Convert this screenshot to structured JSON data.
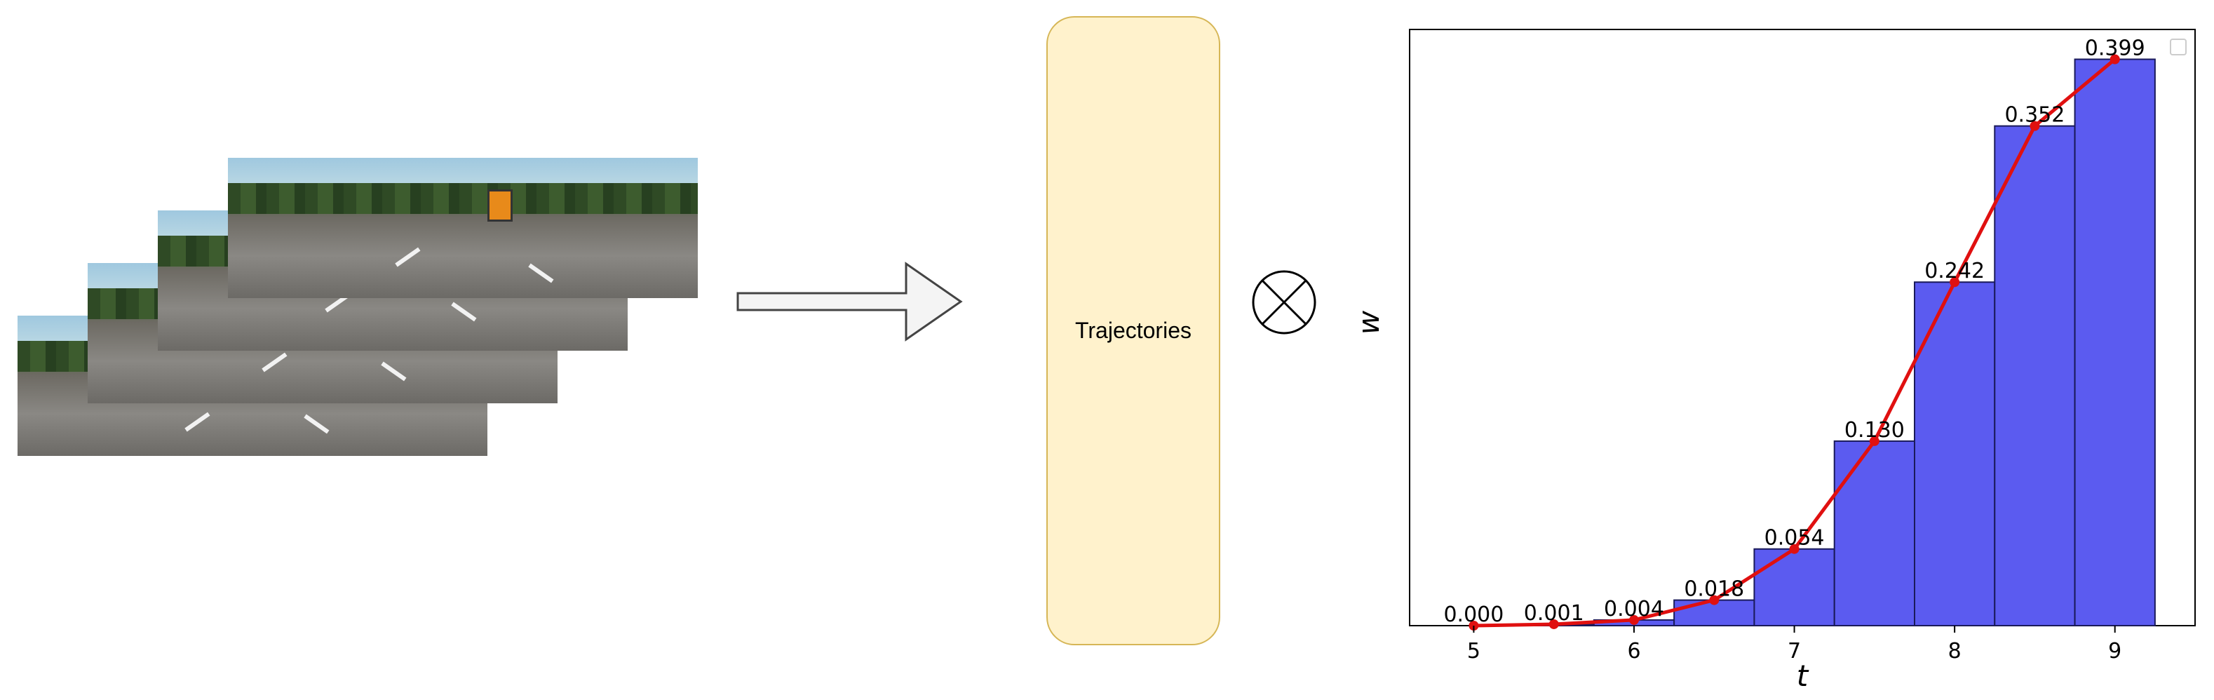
{
  "images": {
    "description_frames": 4
  },
  "model_box": {
    "label": "Trajectories"
  },
  "operator": {
    "symbol": "⊗"
  },
  "chart_data": {
    "type": "bar",
    "xlabel": "t",
    "ylabel": "w",
    "x_ticks": [
      5,
      6,
      7,
      8,
      9
    ],
    "xlim": [
      4.6,
      9.5
    ],
    "ylim": [
      0,
      0.42
    ],
    "bar_centers": [
      5,
      5.5,
      6,
      6.5,
      7,
      7.5,
      8,
      8.5,
      9
    ],
    "values": [
      0.0,
      0.001,
      0.004,
      0.018,
      0.054,
      0.13,
      0.242,
      0.352,
      0.399
    ],
    "labels": [
      "0.000",
      "0.001",
      "0.004",
      "0.018",
      "0.054",
      "0.130",
      "0.242",
      "0.352",
      "0.399"
    ],
    "bar_color": "#5b5bf0",
    "bar_edge": "#1a1a5a",
    "line_color": "#e01010",
    "legend": "top-right (empty)"
  }
}
